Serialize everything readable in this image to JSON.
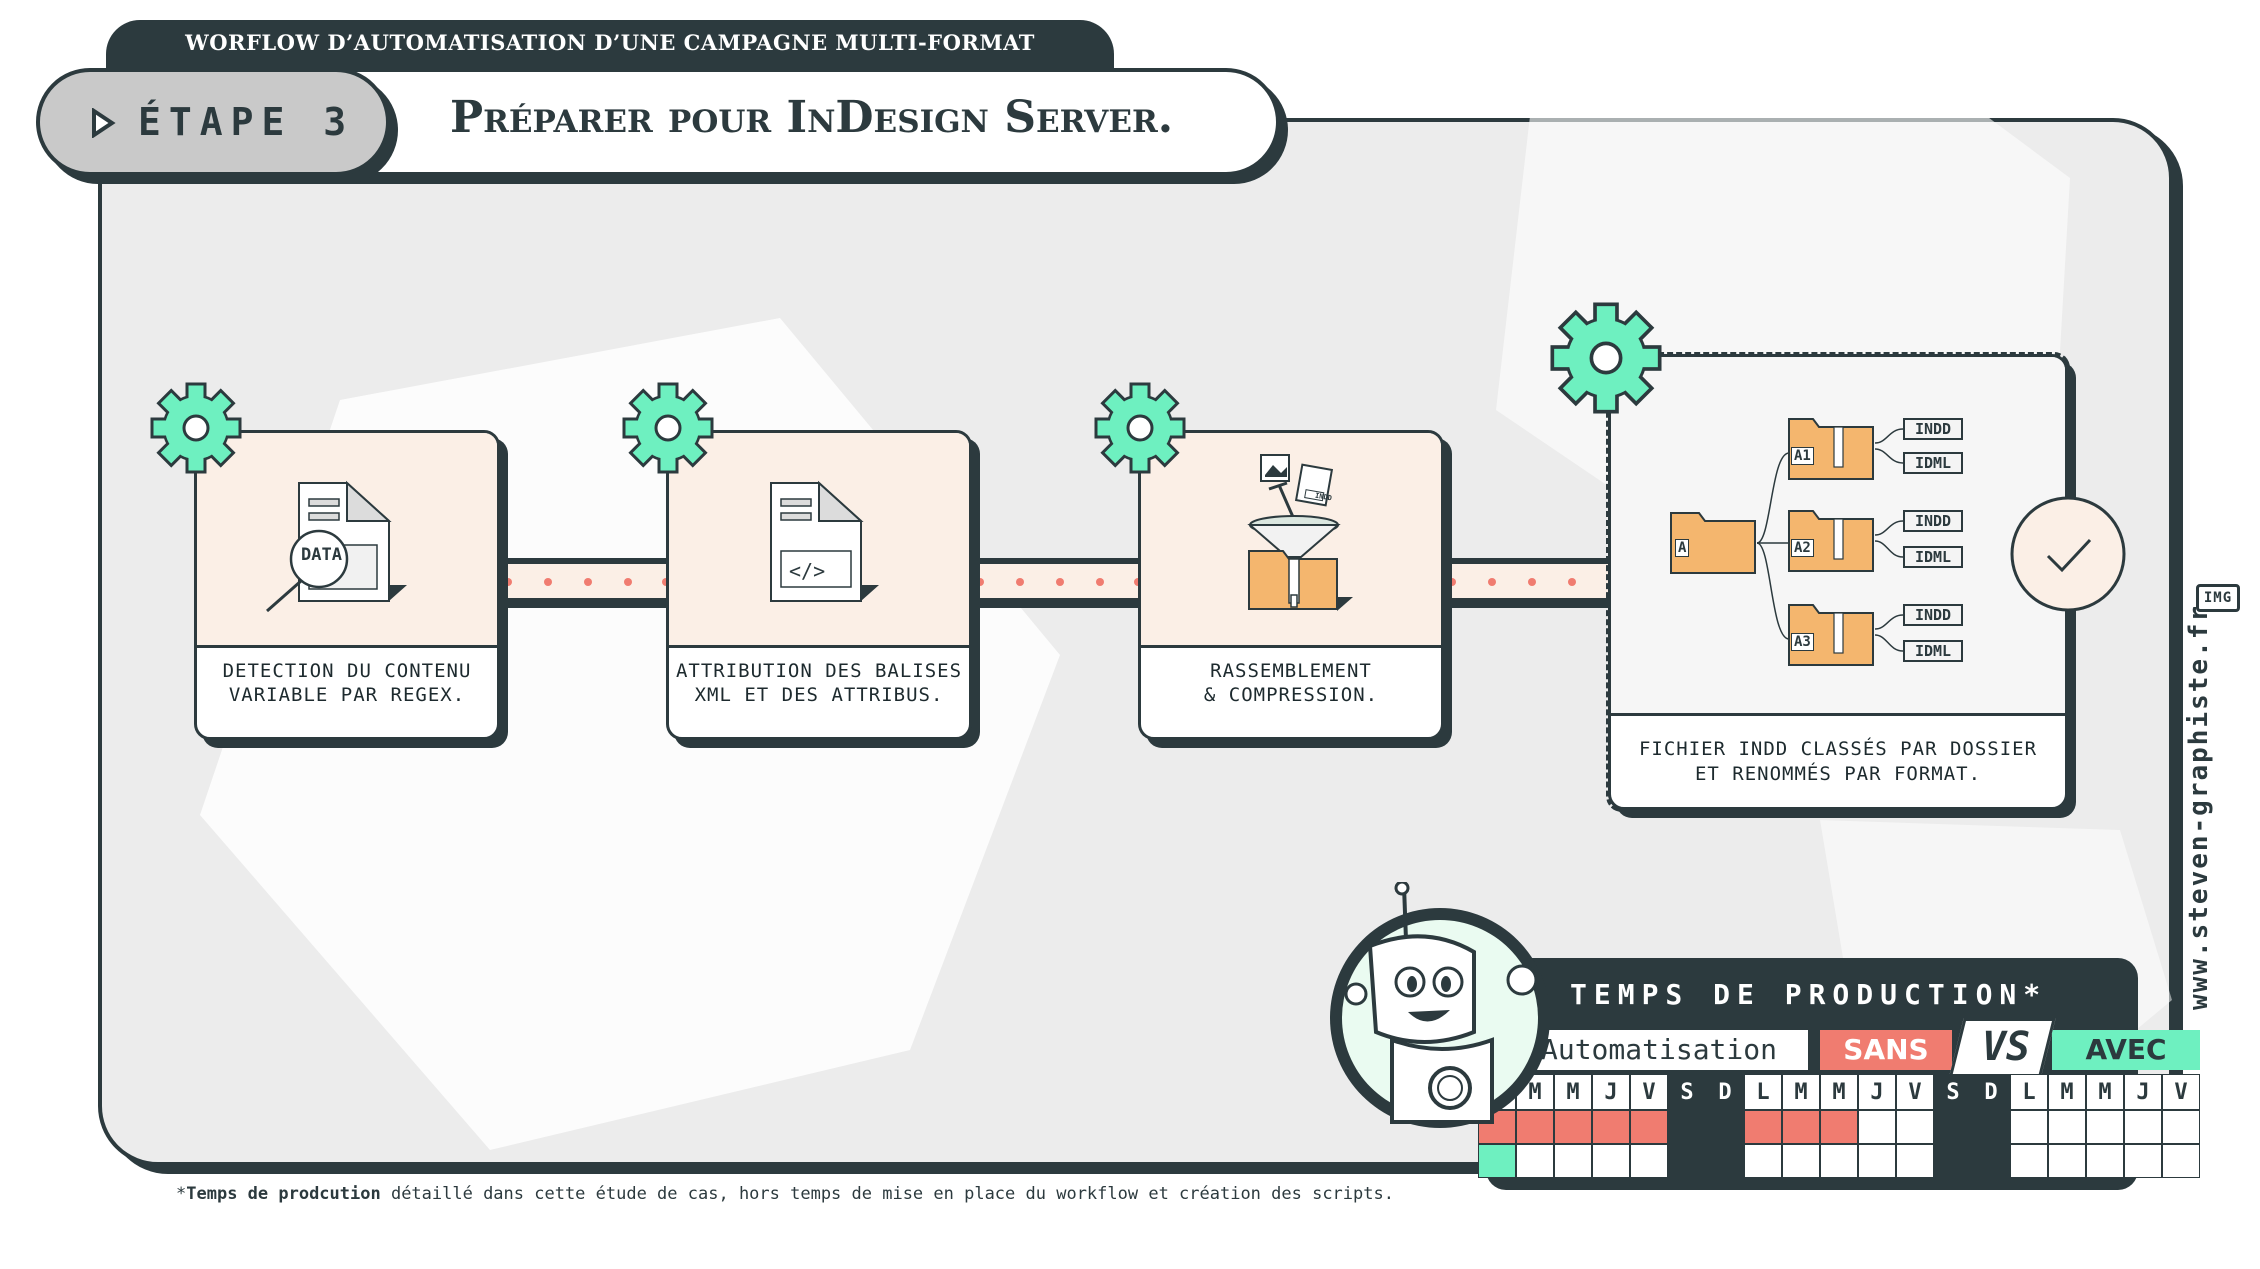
{
  "header": {
    "subtitle": "WORFLOW D’AUTOMATISATION D’UNE CAMPAGNE MULTI-FORMAT",
    "step": "ÉTAPE 3",
    "title": "Préparer pour InDesign Server."
  },
  "steps": [
    {
      "line1": "DETECTION DU CONTENU",
      "line2": "VARIABLE PAR REGEX.",
      "icon_text": "DATA",
      "icon": "magnifier-document-icon"
    },
    {
      "line1": "ATTRIBUTION DES BALISES",
      "line2": "XML ET DES ATTRIBUS.",
      "icon_text": "</>",
      "icon": "code-document-icon"
    },
    {
      "line1": "RASSEMBLEMENT",
      "line2": "& COMPRESSION.",
      "icon_text": "INDD",
      "icon": "funnel-zip-folder-icon"
    },
    {
      "line1": "FICHIER INDD CLASSÉS PAR DOSSIER",
      "line2": "ET RENOMMÉS PAR FORMAT.",
      "icon": "folder-tree-icon"
    }
  ],
  "folder_tree": {
    "root": "A",
    "children": [
      {
        "name": "A1",
        "files": [
          "INDD",
          "IDML"
        ]
      },
      {
        "name": "A2",
        "files": [
          "INDD",
          "IDML"
        ]
      },
      {
        "name": "A3",
        "files": [
          "INDD",
          "IDML"
        ]
      }
    ]
  },
  "production": {
    "title": "TEMPS DE PRODUCTION*",
    "automation_label": "Automatisation",
    "without_label": "SANS",
    "with_label": "AVEC",
    "vs_label": "VS",
    "days": [
      "L",
      "M",
      "M",
      "J",
      "V",
      "S",
      "D",
      "L",
      "M",
      "M",
      "J",
      "V",
      "S",
      "D",
      "L",
      "M",
      "M",
      "J",
      "V"
    ],
    "sans_days": 8,
    "avec_days": 1
  },
  "footnote": {
    "bold": "Temps de prodcution",
    "rest": " détaillé dans cette étude de cas, hors temps de mise en place du workflow et création des scripts."
  },
  "website": "www.steven-graphiste.fr",
  "logo_text": "IMG",
  "colors": {
    "dark": "#2c3a3e",
    "mint": "#6ef0c0",
    "coral": "#f07c70",
    "card_tint": "#fbefe6",
    "folder": "#f4b66e",
    "panel": "#ececec"
  }
}
